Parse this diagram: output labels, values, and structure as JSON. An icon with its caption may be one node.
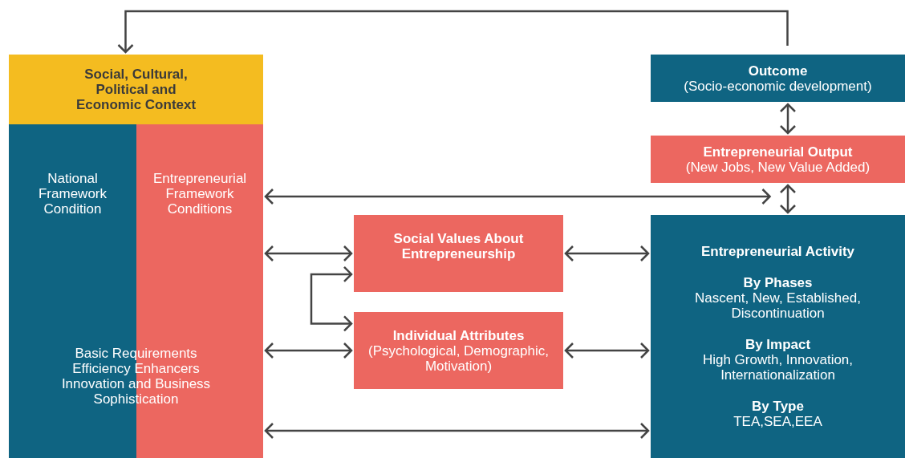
{
  "diagram": {
    "nodes": [
      {
        "text": [
          "Social, Cultural, Political and Economic Context",
          "Basic Requirements Efficiency Enhancers Innovation and Business Sophistication"
        ]
      },
      {
        "text": [
          "National Framework Condition"
        ],
        "in": 0
      },
      {
        "text": [
          "Entrepreneurial Framework Conditions"
        ],
        "in": 0
      },
      {
        "text": [
          "Outcome",
          "(Socio-economic development)"
        ]
      },
      {
        "text": [
          "Entrepreneurial Output",
          "(New Jobs, New Value Added)"
        ]
      },
      {
        "text": [
          "Social Values About Entrepreneurship"
        ]
      },
      {
        "text": [
          "Individual Attributes",
          "(Psychological, Demographic, Motivation)"
        ]
      },
      {
        "text": [
          "Entrepreneurial Activity",
          "By Phases",
          "Nascent, New, Established, Discontinuation",
          "By Impact",
          "High Growth, Innovation, Internationalization",
          "By Type",
          "TEA,SEA,EEA"
        ]
      }
    ],
    "edges": [
      {
        "from": 3,
        "to": 0,
        "arrow": "to"
      },
      {
        "from": 3,
        "to": 4,
        "arrow": "both"
      },
      {
        "from": 4,
        "to": 7,
        "arrow": "both"
      },
      {
        "from": 2,
        "to": 4,
        "arrow": "both"
      },
      {
        "from": 2,
        "to": 5,
        "arrow": "both"
      },
      {
        "from": 5,
        "to": 6,
        "arrow": "both"
      },
      {
        "from": 2,
        "to": 6,
        "arrow": "both"
      },
      {
        "from": 5,
        "to": 7,
        "arrow": "both"
      },
      {
        "from": 6,
        "to": 7,
        "arrow": "both"
      },
      {
        "from": 0,
        "to": 7,
        "arrow": "both"
      }
    ]
  }
}
